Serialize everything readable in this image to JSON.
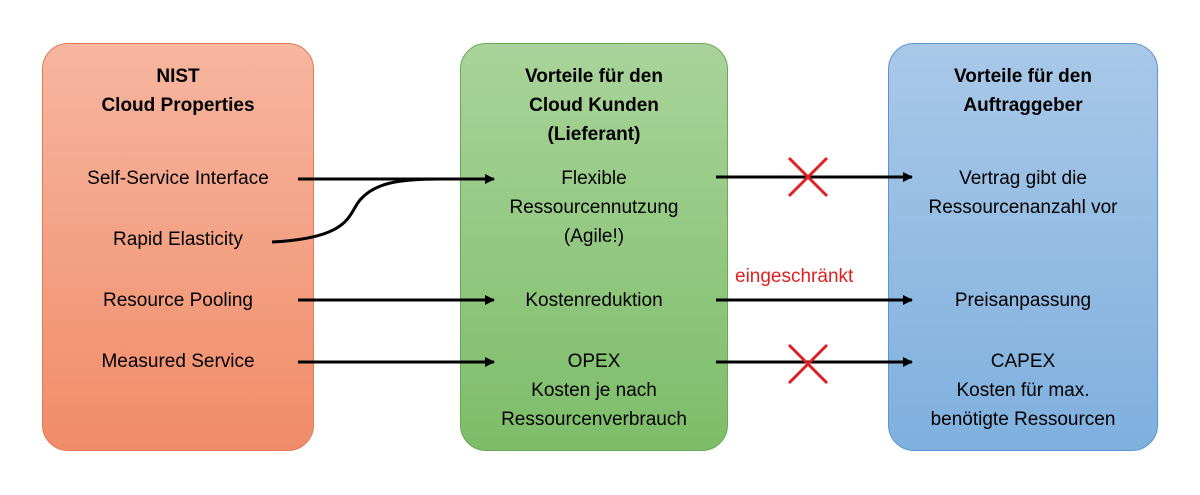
{
  "columns": {
    "nist": {
      "title": [
        "NIST",
        "Cloud Properties"
      ],
      "items": [
        "Self-Service Interface",
        "Rapid Elasticity",
        "Resource Pooling",
        "Measured Service"
      ]
    },
    "kunden": {
      "title": [
        "Vorteile für den",
        "Cloud Kunden",
        "(Lieferant)"
      ],
      "items": [
        [
          "Flexible",
          "Ressourcennutzung",
          "(Agile!)"
        ],
        [
          "Kostenreduktion"
        ],
        [
          "OPEX",
          "Kosten je nach",
          "Ressourcenverbrauch"
        ]
      ]
    },
    "auftrag": {
      "title": [
        "Vorteile für den",
        "Auftraggeber"
      ],
      "items": [
        [
          "Vertrag gibt die",
          "Ressourcenanzahl vor"
        ],
        [
          "Preisanpassung"
        ],
        [
          "CAPEX",
          "Kosten für max.",
          "benötigte Ressourcen"
        ]
      ]
    }
  },
  "annotations": {
    "restricted": "eingeschränkt"
  },
  "colors": {
    "nist_fill": "#f4a78b",
    "kunden_fill": "#93c883",
    "auftrag_fill": "#95bde4",
    "cross": "#e02020"
  }
}
